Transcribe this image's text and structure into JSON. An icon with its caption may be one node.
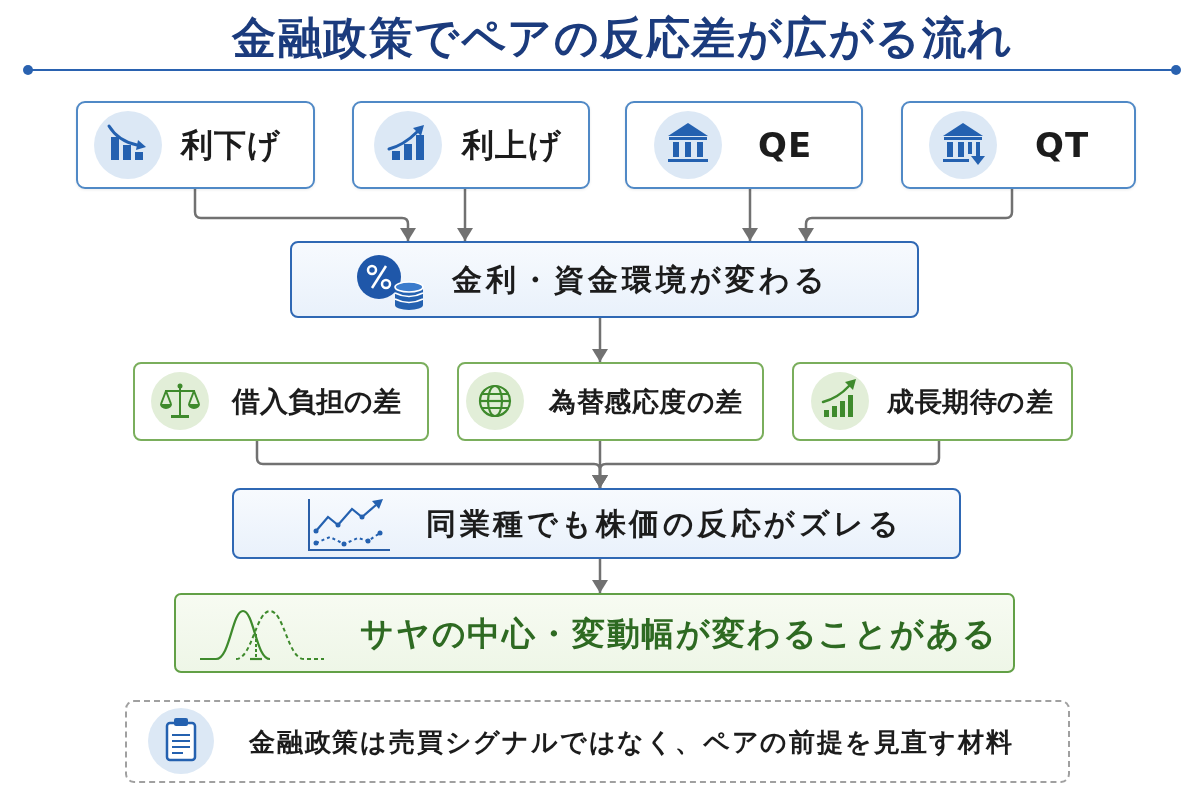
{
  "diagram": {
    "title": "金融政策でペアの反応差が広がる流れ",
    "nodes": [
      {
        "text": [
          "利下げ"
        ]
      },
      {
        "text": [
          "利上げ"
        ]
      },
      {
        "text": [
          "QE"
        ]
      },
      {
        "text": [
          "QT"
        ]
      },
      {
        "text": [
          "金利・資金環境が変わる"
        ]
      },
      {
        "text": [
          "借入負担の差"
        ]
      },
      {
        "text": [
          "為替感応度の差"
        ]
      },
      {
        "text": [
          "成長期待の差"
        ]
      },
      {
        "text": [
          "同業種でも株価の反応がズレる"
        ]
      },
      {
        "text": [
          "サヤの中心・変動幅が変わることがある"
        ]
      },
      {
        "text": [
          "金融政策は売買シグナルではなく、ペアの前提を見直す材料"
        ]
      }
    ],
    "edges": [
      {
        "from": 0,
        "to": 4,
        "arrow": "to"
      },
      {
        "from": 1,
        "to": 4,
        "arrow": "to"
      },
      {
        "from": 2,
        "to": 4,
        "arrow": "to"
      },
      {
        "from": 3,
        "to": 4,
        "arrow": "to"
      },
      {
        "from": 4,
        "to": 6,
        "arrow": "to"
      },
      {
        "from": 5,
        "to": 8,
        "arrow": "to"
      },
      {
        "from": 6,
        "to": 8,
        "arrow": "to"
      },
      {
        "from": 7,
        "to": 8,
        "arrow": "to"
      },
      {
        "from": 8,
        "to": 9,
        "arrow": "to"
      }
    ]
  }
}
